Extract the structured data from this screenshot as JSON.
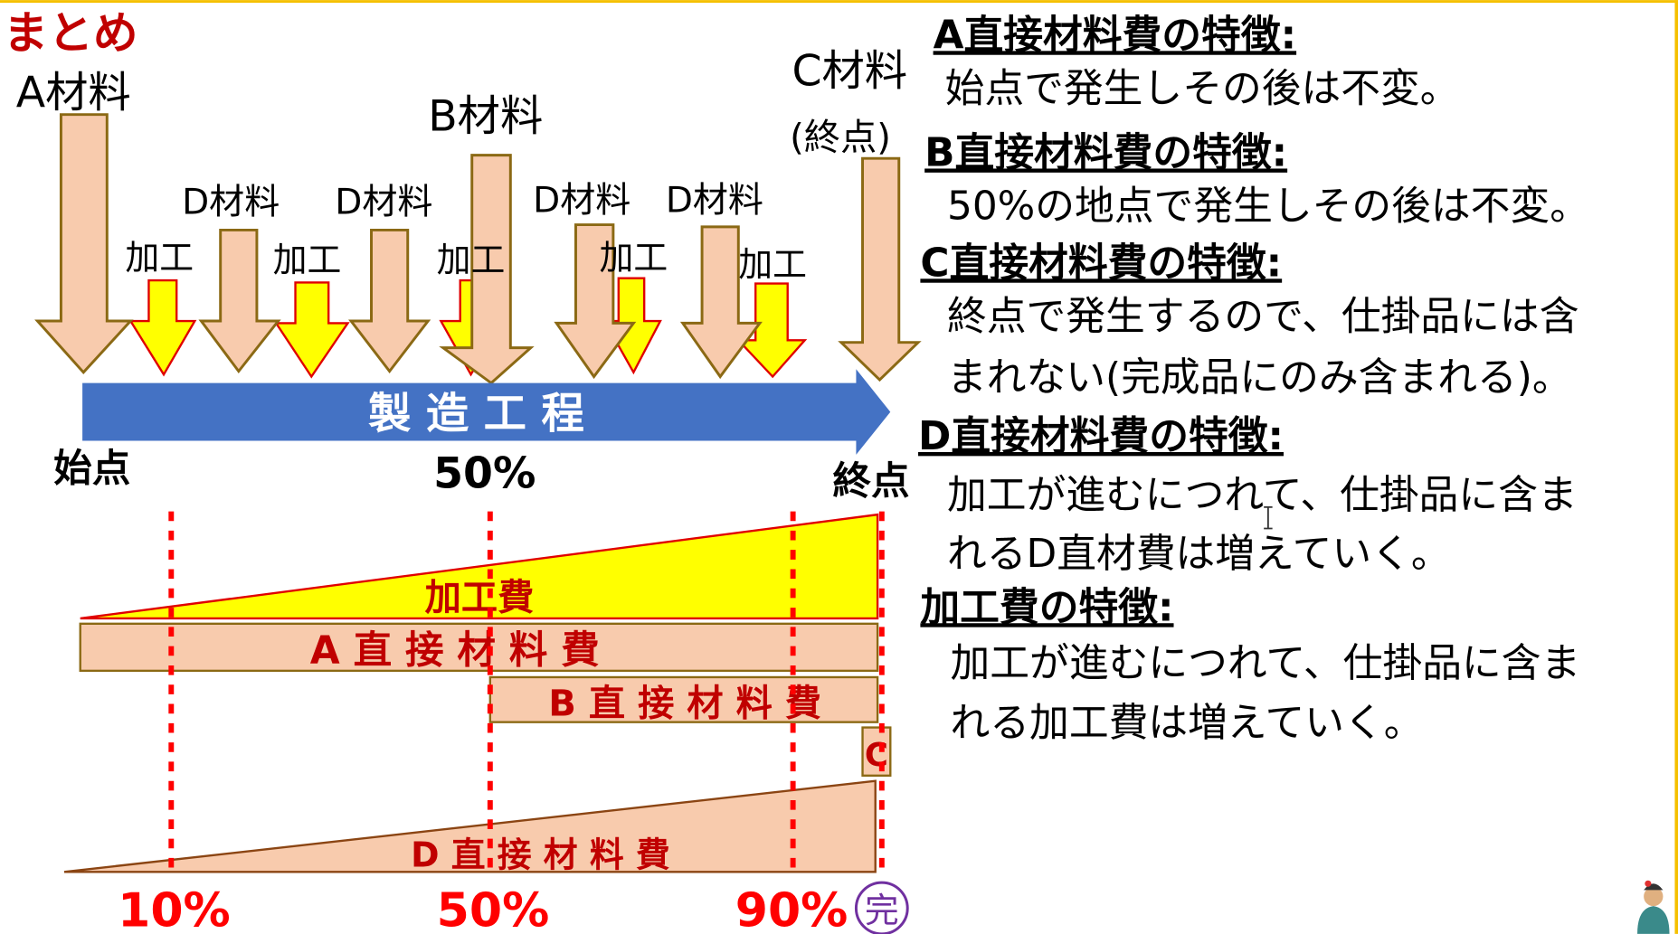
{
  "title": "まとめ",
  "diagram": {
    "materials": {
      "a": "A材料",
      "b": "B材料",
      "c": "C材料",
      "c_note": "(終点)",
      "d": "D材料"
    },
    "processing_label": "加工",
    "process_arrow_label": "製 造 工 程",
    "start_label": "始点",
    "mid_label": "50%",
    "end_label": "終点",
    "bars": {
      "processing_cost": "加工費",
      "a_cost": "A 直 接 材 料 費",
      "b_cost": "B 直 接 材 料 費",
      "c_cost": "C",
      "d_cost": "D 直 接 材 料 費"
    },
    "progress_marks": [
      "10%",
      "50%",
      "90%"
    ],
    "complete_mark": "完"
  },
  "notes": [
    {
      "heading": "A直接材料費の特徴:",
      "lines": [
        "始点で発生しその後は不変。"
      ]
    },
    {
      "heading": "B直接材料費の特徴:",
      "lines": [
        "50%の地点で発生しその後は不変。"
      ]
    },
    {
      "heading": "C直接材料費の特徴:",
      "lines": [
        "終点で発生するので、仕掛品には含",
        "まれない(完成品にのみ含まれる)。"
      ]
    },
    {
      "heading": "D直接材料費の特徴:",
      "lines": [
        "加工が進むにつれて、仕掛品に含ま",
        "れるD直材費は増えていく。"
      ]
    },
    {
      "heading": "加工費の特徴:",
      "lines": [
        "加工が進むにつれて、仕掛品に含ま",
        "れる加工費は増えていく。"
      ]
    }
  ],
  "colors": {
    "accent_red": "#E00000",
    "peach": "#F8CBAD",
    "peach_stroke": "#8B6914",
    "yellow": "#FFFF00",
    "blue": "#4472C4",
    "purple": "#7030A0",
    "frame": "#F5C000"
  }
}
